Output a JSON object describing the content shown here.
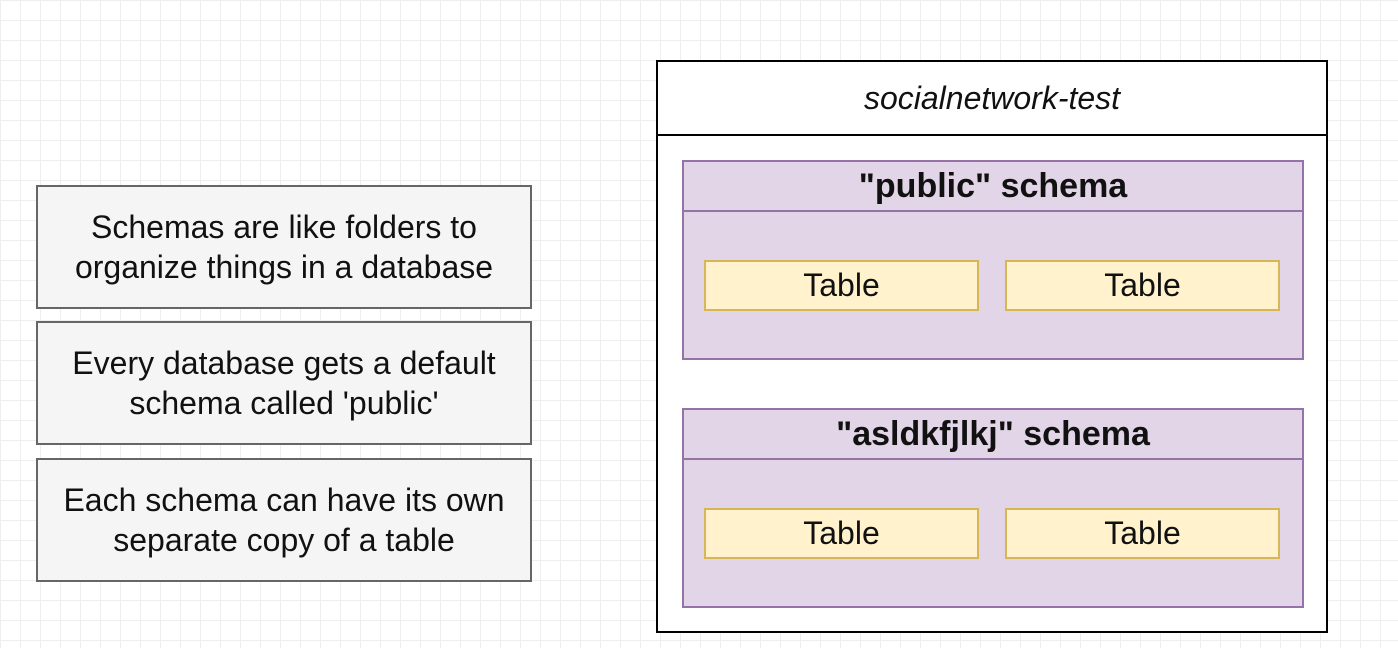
{
  "notes": [
    "Schemas are like folders to organize things in a database",
    "Every database gets a default schema called 'public'",
    "Each schema can have its own separate copy of a table"
  ],
  "database": {
    "title": "socialnetwork-test",
    "schemas": [
      {
        "title": "\"public\" schema",
        "tables": [
          "Table",
          "Table"
        ]
      },
      {
        "title": "\"asldkfjlkj\" schema",
        "tables": [
          "Table",
          "Table"
        ]
      }
    ]
  },
  "colors": {
    "note_fill": "#f5f5f5",
    "note_border": "#666666",
    "schema_fill": "#e1d5e7",
    "schema_border": "#9673a6",
    "table_fill": "#fff2cc",
    "table_border": "#d6b656"
  }
}
